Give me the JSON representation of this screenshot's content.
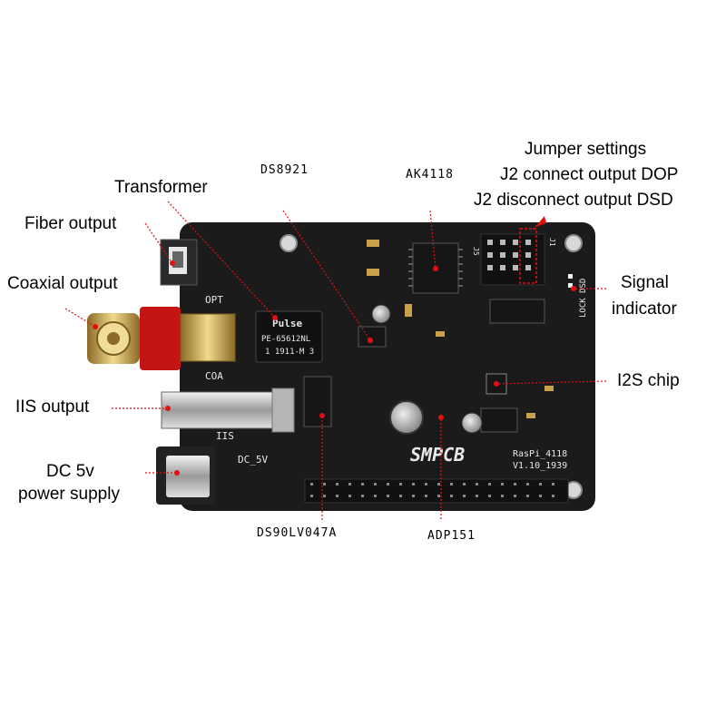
{
  "labels": {
    "jumper_title": "Jumper settings",
    "jumper_connect": "J2 connect output DOP",
    "jumper_disconnect": "J2 disconnect output DSD",
    "transformer": "Transformer",
    "ds8921": "DS8921",
    "ak4118": "AK4118",
    "fiber": "Fiber output",
    "coaxial": "Coaxial output",
    "signal_line1": "Signal",
    "signal_line2": "indicator",
    "i2s": "I2S chip",
    "iis": "IIS output",
    "dc_line1": "DC  5v",
    "dc_line2": "power supply",
    "ds90": "DS90LV047A",
    "adp": "ADP151"
  },
  "board": {
    "opt": "OPT",
    "coa": "COA",
    "iis": "IIS",
    "dc": "DC_5V",
    "brand": "SMPCB",
    "model": "RasPi_4118",
    "version": "V1.10_1939",
    "lock_dsd": "LOCK DSD",
    "j5": "J5",
    "j1": "J1",
    "pulse_brand": "Pulse",
    "pulse_part": "PE-65612NL",
    "pulse_code": "1  1911-M  3"
  },
  "colors": {
    "board": "#1b1b1b",
    "leader": "#e01010",
    "label_text": "#000000",
    "silkscreen": "#e8e8e8",
    "gold": "#c9a14a",
    "red_body": "#c41414"
  }
}
